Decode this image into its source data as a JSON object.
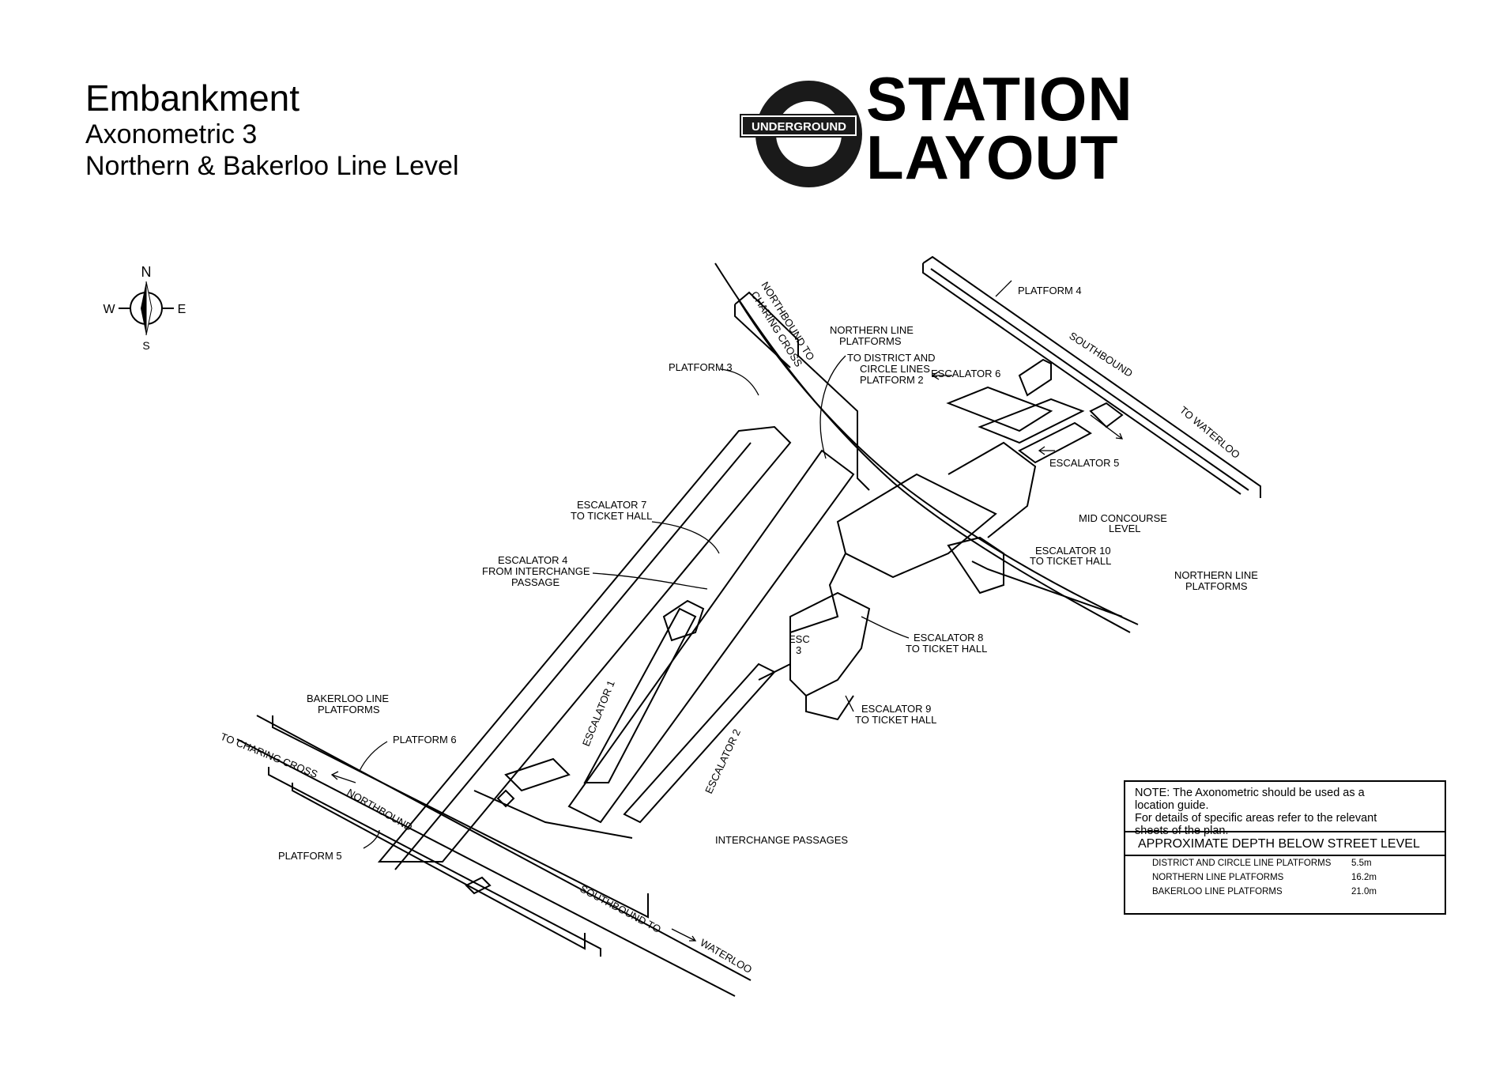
{
  "header": {
    "title": "Embankment",
    "subtitle1": "Axonometric 3",
    "subtitle2": "Northern & Bakerloo Line Level"
  },
  "logo": {
    "roundel_text": "UNDERGROUND",
    "line1": "STATION",
    "line2": "LAYOUT"
  },
  "compass": {
    "n": "N",
    "s": "S",
    "e": "E",
    "w": "W"
  },
  "labels": {
    "northbound_charing_1": "NORTHBOUND TO",
    "northbound_charing_2": "CHARING CROSS",
    "northern_platforms_1": "NORTHERN LINE",
    "northern_platforms_2": "PLATFORMS",
    "to_district_1": "TO DISTRICT AND",
    "to_district_2": "CIRCLE LINES",
    "to_district_3": "PLATFORM 2",
    "escalator6": "ESCALATOR 6",
    "platform3": "PLATFORM 3",
    "platform4": "PLATFORM 4",
    "southbound": "SOUTHBOUND",
    "to_waterloo": "TO WATERLOO",
    "escalator5": "ESCALATOR 5",
    "mid_concourse_1": "MID CONCOURSE",
    "mid_concourse_2": "LEVEL",
    "escalator10_1": "ESCALATOR 10",
    "escalator10_2": "TO TICKET HALL",
    "northern_platforms_b_1": "NORTHERN LINE",
    "northern_platforms_b_2": "PLATFORMS",
    "escalator7_1": "ESCALATOR 7",
    "escalator7_2": "TO TICKET HALL",
    "escalator4_1": "ESCALATOR 4",
    "escalator4_2": "FROM INTERCHANGE",
    "escalator4_3": "PASSAGE",
    "escalator8_1": "ESCALATOR 8",
    "escalator8_2": "TO TICKET HALL",
    "esc3_1": "ESC",
    "esc3_2": "3",
    "escalator9_1": "ESCALATOR 9",
    "escalator9_2": "TO TICKET HALL",
    "escalator1": "ESCALATOR 1",
    "escalator2": "ESCALATOR 2",
    "bakerloo_platforms_1": "BAKERLOO LINE",
    "bakerloo_platforms_2": "PLATFORMS",
    "platform6": "PLATFORM 6",
    "to_charing_cross": "TO CHARING CROSS",
    "northbound": "NORTHBOUND",
    "platform5": "PLATFORM 5",
    "interchange_passages": "INTERCHANGE PASSAGES",
    "southbound_to": "SOUTHBOUND TO",
    "waterloo": "WATERLOO"
  },
  "note": {
    "line1": "NOTE: The Axonometric should be used as a",
    "line2": "location guide.",
    "line3": "For details of specific areas refer to the relevant",
    "line4": "sheets of the plan.",
    "depth_title": "APPROXIMATE DEPTH BELOW STREET LEVEL",
    "rows": [
      {
        "name": "DISTRICT AND CIRCLE LINE PLATFORMS",
        "value": "5.5m"
      },
      {
        "name": "NORTHERN LINE PLATFORMS",
        "value": "16.2m"
      },
      {
        "name": "BAKERLOO LINE PLATFORMS",
        "value": "21.0m"
      }
    ]
  }
}
